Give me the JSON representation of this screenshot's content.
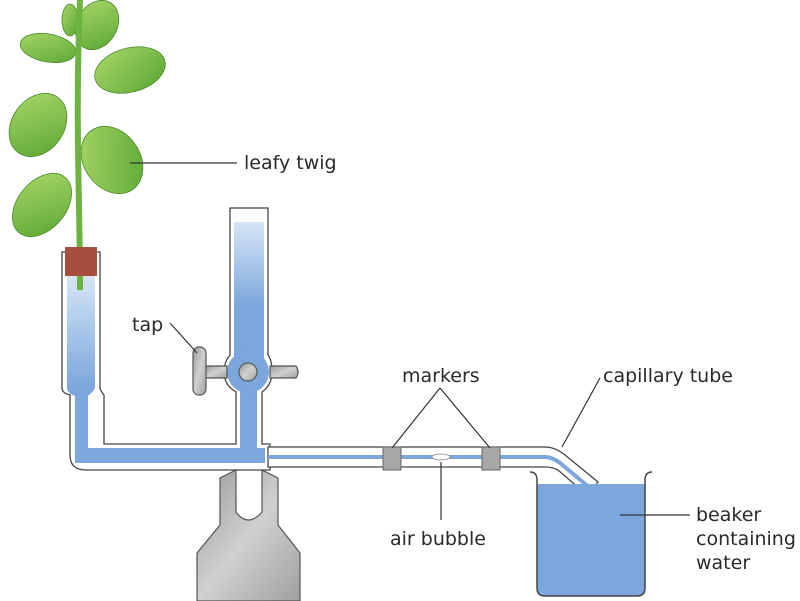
{
  "title": "Potometer apparatus",
  "labels": {
    "leafy_twig": "leafy twig",
    "tap": "tap",
    "markers": "markers",
    "capillary_tube": "capillary tube",
    "air_bubble": "air bubble",
    "beaker_line1": "beaker",
    "beaker_line2": "containing",
    "beaker_line3": "water"
  },
  "colors": {
    "water": "#7ba7dc",
    "leaf": "#7cc242",
    "cork": "#a84e3f",
    "metal": "#b8b8b8"
  }
}
